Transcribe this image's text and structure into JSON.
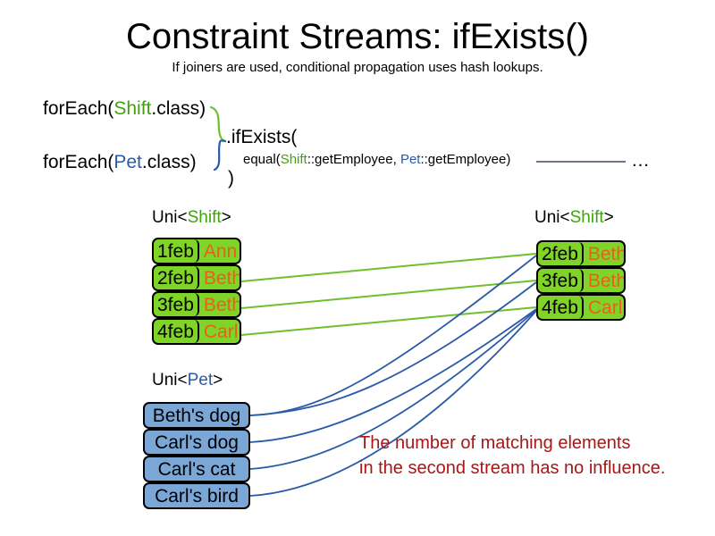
{
  "header": {
    "title": "Constraint Streams: ifExists()",
    "subtitle": "If joiners are used, conditional propagation uses hash lookups."
  },
  "code": {
    "foreach_shift": {
      "prefix": "forEach(",
      "type": "Shift",
      "suffix": ".class)"
    },
    "foreach_pet": {
      "prefix": "forEach(",
      "type": "Pet",
      "suffix": ".class)"
    },
    "if_exists": ".ifExists(",
    "equal": {
      "prefix": "equal(",
      "type1": "Shift",
      "mid": "::getEmployee, ",
      "type2": "Pet",
      "suffix": "::getEmployee)"
    },
    "close_paren": ")",
    "ellipsis": "…"
  },
  "streams": {
    "left_shift": {
      "label_prefix": "Uni<",
      "label_type": "Shift",
      "label_suffix": ">",
      "rows": [
        {
          "date": "1feb",
          "name": "Ann"
        },
        {
          "date": "2feb",
          "name": "Beth"
        },
        {
          "date": "3feb",
          "name": "Beth"
        },
        {
          "date": "4feb",
          "name": "Carl"
        }
      ]
    },
    "right_shift": {
      "label_prefix": "Uni<",
      "label_type": "Shift",
      "label_suffix": ">",
      "rows": [
        {
          "date": "2feb",
          "name": "Beth"
        },
        {
          "date": "3feb",
          "name": "Beth"
        },
        {
          "date": "4feb",
          "name": "Carl"
        }
      ]
    },
    "pet": {
      "label_prefix": "Uni<",
      "label_type": "Pet",
      "label_suffix": ">",
      "rows": [
        {
          "text": "Beth's dog"
        },
        {
          "text": "Carl's dog"
        },
        {
          "text": "Carl's cat"
        },
        {
          "text": "Carl's bird"
        }
      ]
    }
  },
  "annotation": {
    "line1": "The number of matching elements",
    "line2": "in the second stream has no influence."
  },
  "colors": {
    "shift_green": "#3FA20A",
    "pet_blue": "#2A5BA8",
    "box_green_fill": "#7FD427",
    "box_blue_fill": "#7BA7D7",
    "name_orange": "#E8601C",
    "annotation_red": "#A81616",
    "connector_green": "#6FBF2F",
    "connector_blue": "#2A5BA8",
    "rule_purple": "#7A6E8C"
  }
}
